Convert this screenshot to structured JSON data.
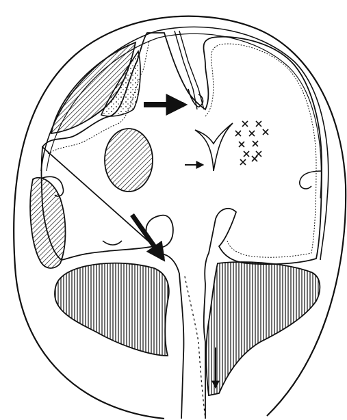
{
  "figure": {
    "title": "",
    "background": "#ffffff",
    "ink": "#111111",
    "labels": [],
    "regions": [
      {
        "name": "skull-outline"
      },
      {
        "name": "brain-outline"
      },
      {
        "name": "left-frontal-hematoma"
      },
      {
        "name": "left-temporal-hematoma"
      },
      {
        "name": "intraparenchymal-lesion"
      },
      {
        "name": "dotted-contusion-patch"
      },
      {
        "name": "x-marks-edema-cluster"
      },
      {
        "name": "lateral-ventricle"
      },
      {
        "name": "brainstem-shift"
      },
      {
        "name": "left-cerebellar-hemisphere"
      },
      {
        "name": "right-cerebellar-hemisphere"
      }
    ],
    "arrows": [
      {
        "name": "subfalcine-herniation-arrow",
        "weight": "bold"
      },
      {
        "name": "ventricle-shift-arrow",
        "weight": "thin"
      },
      {
        "name": "uncal-herniation-arrow",
        "weight": "bold"
      },
      {
        "name": "tonsillar-herniation-arrow",
        "weight": "thin"
      }
    ]
  }
}
